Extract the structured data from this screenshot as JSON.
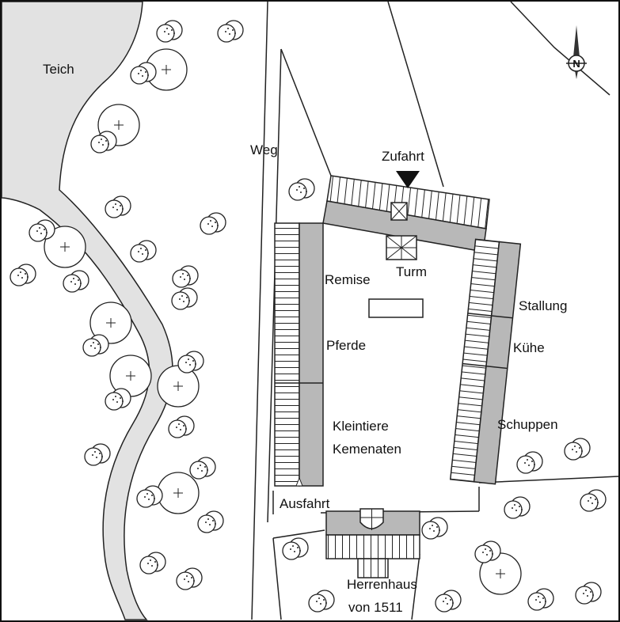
{
  "labels": {
    "teich": "Teich",
    "weg": "Weg",
    "zufahrt": "Zufahrt",
    "turm": "Turm",
    "remise": "Remise",
    "pferde": "Pferde",
    "kleintiere": "Kleintiere",
    "kemenaten": "Kemenaten",
    "ausfahrt": "Ausfahrt",
    "stallung": "Stallung",
    "kuehe": "Kühe",
    "schuppen": "Schuppen",
    "herrenhaus": "Herrenhaus",
    "herrenhaus_year": "von 1511"
  },
  "compass": {
    "letter": "N"
  },
  "colors": {
    "water": "#e2e2e2",
    "building": "#b8b8b8",
    "line": "#222222"
  }
}
